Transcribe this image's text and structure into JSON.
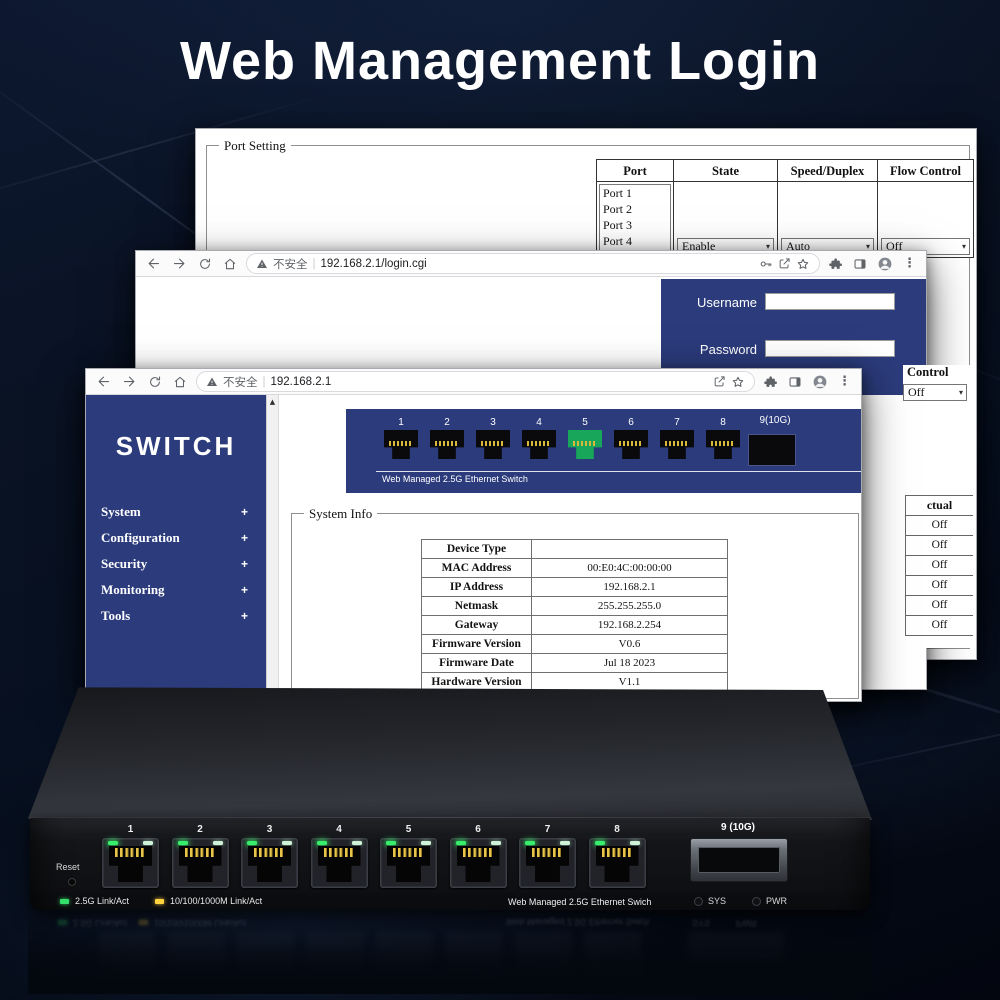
{
  "page_title": "Web Management Login",
  "chrome": {
    "warning_text": "不安全",
    "divider": "|",
    "menu_icon": "⋮",
    "scroll_up_arrow": "▲",
    "select_caret": "▾"
  },
  "back_window": {
    "legend": "Port Setting",
    "headers": [
      "Port",
      "State",
      "Speed/Duplex",
      "Flow Control"
    ],
    "port_options": [
      "Port 1",
      "Port 2",
      "Port 3",
      "Port 4"
    ],
    "state_value": "Enable",
    "speed_value": "Auto",
    "flow_value": "Off",
    "fragment": {
      "header_text": "Control",
      "select_value": "Off",
      "column_header": "ctual",
      "cells": [
        "Off",
        "Off",
        "Off",
        "Off",
        "Off",
        "Off"
      ]
    }
  },
  "login_window": {
    "url": "192.168.2.1/login.cgi",
    "username_label": "Username",
    "password_label": "Password"
  },
  "main_window": {
    "url": "192.168.2.1",
    "sidebar": {
      "brand": "SWITCH",
      "expand": "+",
      "items": [
        "System",
        "Configuration",
        "Security",
        "Monitoring",
        "Tools"
      ]
    },
    "banner": {
      "ports": [
        "1",
        "2",
        "3",
        "4",
        "5",
        "6",
        "7",
        "8"
      ],
      "sfp_label": "9(10G)",
      "caption": "Web Managed 2.5G Ethernet Switch"
    },
    "system_info": {
      "legend": "System Info",
      "rows": [
        {
          "label": "Device Type",
          "value": ""
        },
        {
          "label": "MAC Address",
          "value": "00:E0:4C:00:00:00"
        },
        {
          "label": "IP Address",
          "value": "192.168.2.1"
        },
        {
          "label": "Netmask",
          "value": "255.255.255.0"
        },
        {
          "label": "Gateway",
          "value": "192.168.2.254"
        },
        {
          "label": "Firmware Version",
          "value": "V0.6"
        },
        {
          "label": "Firmware Date",
          "value": "Jul 18 2023"
        },
        {
          "label": "Hardware Version",
          "value": "V1.1"
        }
      ]
    }
  },
  "device": {
    "reset_label": "Reset",
    "ports": [
      "1",
      "2",
      "3",
      "4",
      "5",
      "6",
      "7",
      "8"
    ],
    "sfp_label": "9 (10G)",
    "legend_green": "2.5G Link/Act",
    "legend_yellow": "10/100/1000M Link/Act",
    "product_label": "Web Managed 2.5G Ethernet Swich",
    "sys_label": "SYS",
    "pwr_label": "PWR"
  },
  "colors": {
    "navy_panel": "#2b3b7b",
    "port_active_green": "#18a65a",
    "led_green": "#35e06a",
    "led_yellow": "#ffd23f"
  }
}
